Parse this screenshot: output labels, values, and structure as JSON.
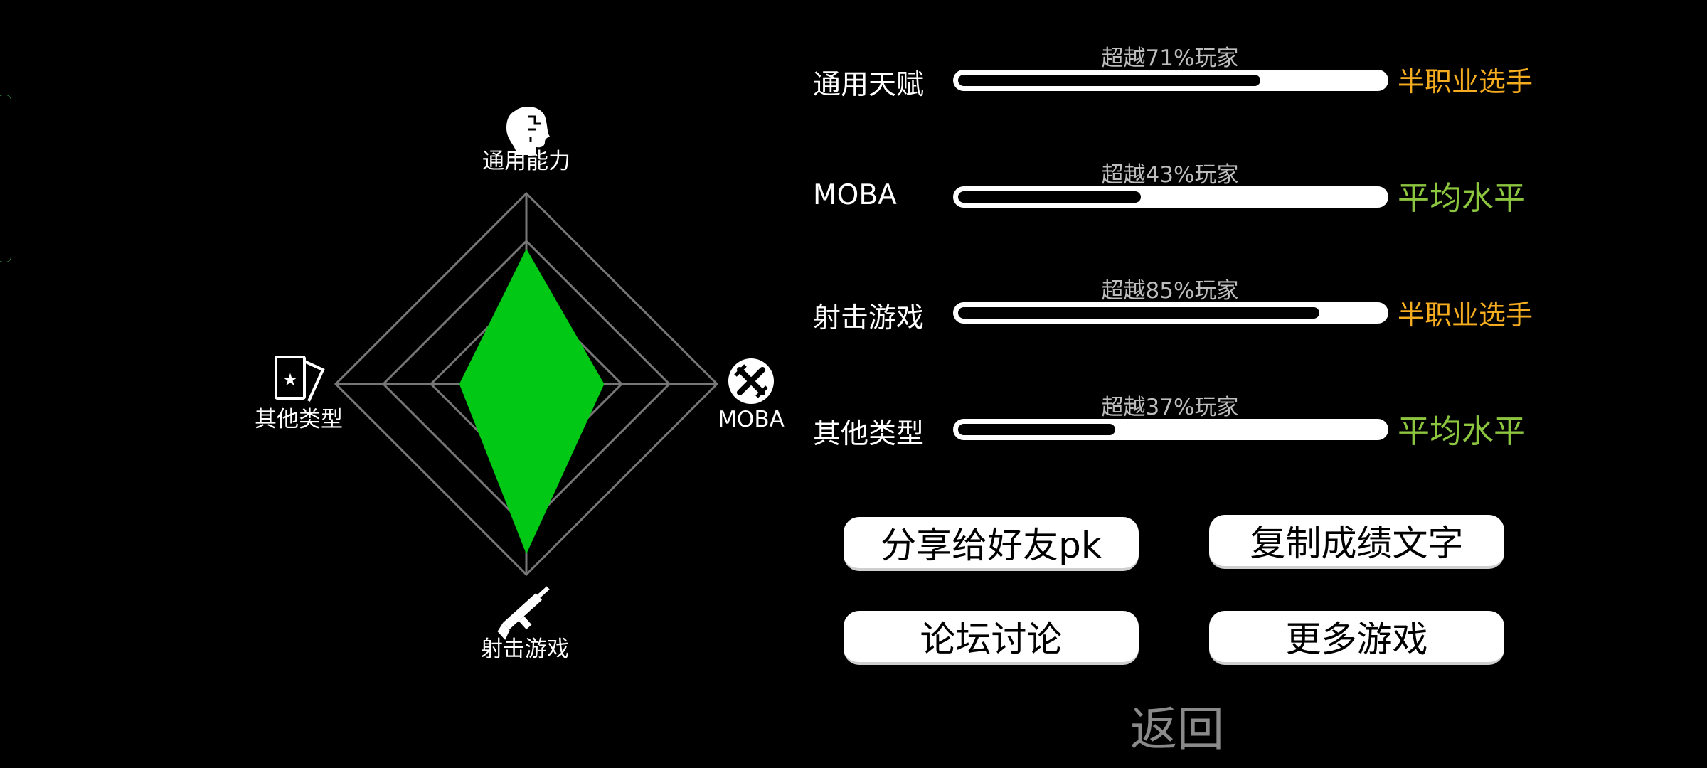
{
  "radar": {
    "axes": [
      {
        "label": "通用能力",
        "icon": "head-profile-icon",
        "value": 0.71
      },
      {
        "label": "MOBA",
        "icon": "crossed-swords-icon",
        "value": 0.43
      },
      {
        "label": "射击游戏",
        "icon": "rifle-icon",
        "value": 0.85
      },
      {
        "label": "其他类型",
        "icon": "star-cards-icon",
        "value": 0.37
      }
    ],
    "fill_color": "#00c814",
    "grid_color": "#777777",
    "levels": 4
  },
  "stats": [
    {
      "name": "通用天赋",
      "percent_text": "超越71%玩家",
      "value": 0.71,
      "tier": "半职业选手",
      "tier_type": "pro"
    },
    {
      "name": "MOBA",
      "percent_text": "超越43%玩家",
      "value": 0.43,
      "tier": "平均水平",
      "tier_type": "avg"
    },
    {
      "name": "射击游戏",
      "percent_text": "超越85%玩家",
      "value": 0.85,
      "tier": "半职业选手",
      "tier_type": "pro"
    },
    {
      "name": "其他类型",
      "percent_text": "超越37%玩家",
      "value": 0.37,
      "tier": "平均水平",
      "tier_type": "avg"
    }
  ],
  "buttons": {
    "share": "分享给好友pk",
    "copy": "复制成绩文字",
    "forum": "论坛讨论",
    "more": "更多游戏",
    "back": "返回"
  },
  "colors": {
    "pro_tier": "#f5ad1f",
    "avg_tier": "#8cc63f",
    "accent": "#00c814"
  }
}
